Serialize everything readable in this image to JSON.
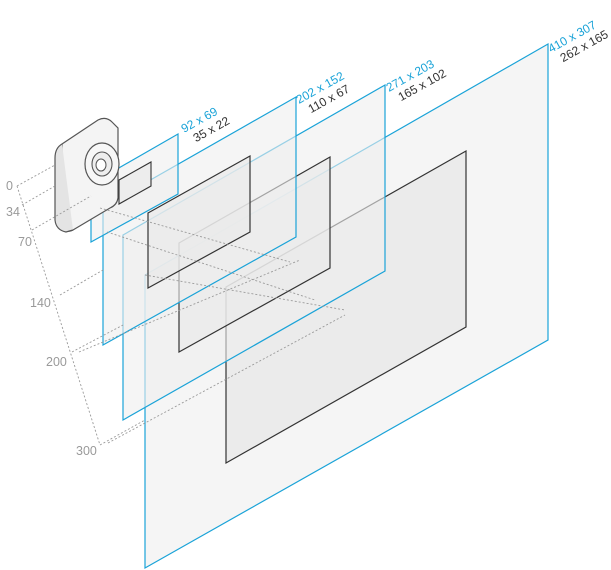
{
  "colors": {
    "fov_line": "#1aa3d8",
    "rect_line": "#333333",
    "distance_label": "#9a9a9a",
    "panel_fill": "#efefef"
  },
  "distances": [
    "0",
    "34",
    "70",
    "140",
    "200",
    "300"
  ],
  "planes": [
    {
      "fov": "92 x 69",
      "rect": "35 x 22"
    },
    {
      "fov": "202 x 152",
      "rect": "110 x 67"
    },
    {
      "fov": "271 x 203",
      "rect": "165 x 102"
    },
    {
      "fov": "410 x 307",
      "rect": "262 x 165"
    }
  ],
  "icons": {
    "camera": "camera-sensor-icon"
  }
}
